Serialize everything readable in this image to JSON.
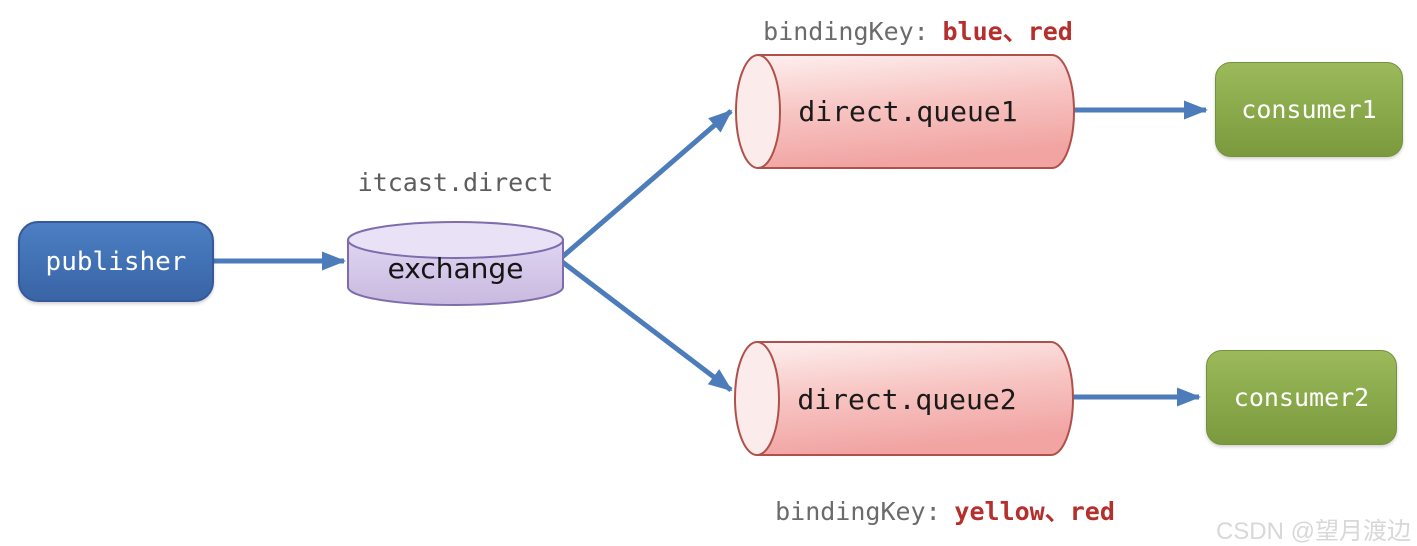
{
  "nodes": {
    "publisher": {
      "label": "publisher"
    },
    "exchange": {
      "name": "itcast.direct",
      "label": "exchange"
    },
    "queue1": {
      "label": "direct.queue1"
    },
    "queue2": {
      "label": "direct.queue2"
    },
    "consumer1": {
      "label": "consumer1"
    },
    "consumer2": {
      "label": "consumer2"
    }
  },
  "bindings": {
    "top": {
      "prefix": "bindingKey:",
      "keys": "blue、red"
    },
    "bottom": {
      "prefix": "bindingKey:",
      "keys": "yellow、red"
    }
  },
  "watermark": "CSDN @望月渡边",
  "colors": {
    "publisher_blue": "#4273b6",
    "consumer_green": "#88a84a",
    "queue_pink": "#f5b5b3",
    "queue_border_red": "#b0504b",
    "exchange_purple": "#d5c9ea",
    "exchange_border_purple": "#7e6dac",
    "arrow_blue": "#4c7cba",
    "binding_key_red": "#b5302c",
    "label_gray": "#6b6b6b"
  }
}
